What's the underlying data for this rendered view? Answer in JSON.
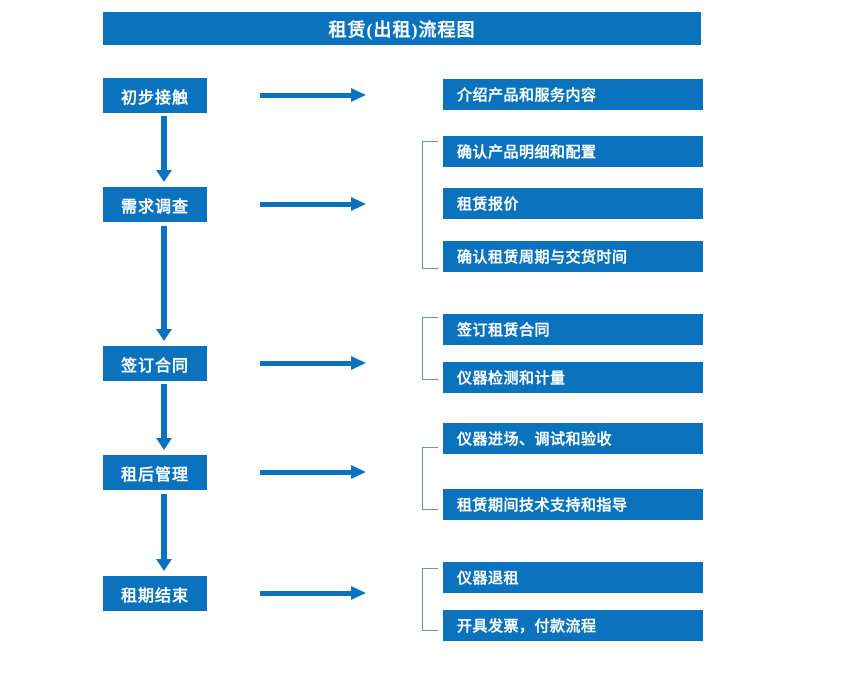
{
  "title": "租赁(出租)流程图",
  "theme": {
    "box_fill": "#0B72BE",
    "box_text": "#FFFFFF",
    "arrow": "#0B72BE",
    "bracket": "#6E92BB",
    "background": "#FFFFFF"
  },
  "stages": [
    {
      "label": "初步接触"
    },
    {
      "label": "需求调查"
    },
    {
      "label": "签订合同"
    },
    {
      "label": "租后管理"
    },
    {
      "label": "租期结束"
    }
  ],
  "details": [
    {
      "label": "介绍产品和服务内容"
    },
    {
      "label": "确认产品明细和配置"
    },
    {
      "label": "租赁报价"
    },
    {
      "label": "确认租赁周期与交货时间"
    },
    {
      "label": "签订租赁合同"
    },
    {
      "label": "仪器检测和计量"
    },
    {
      "label": "仪器进场、调试和验收"
    },
    {
      "label": "租赁期间技术支持和指导"
    },
    {
      "label": "仪器退租"
    },
    {
      "label": "开具发票，付款流程"
    }
  ],
  "connectors": {
    "horizontal_arrow_count": 5,
    "vertical_arrow_count": 4,
    "bracket_count": 4
  }
}
